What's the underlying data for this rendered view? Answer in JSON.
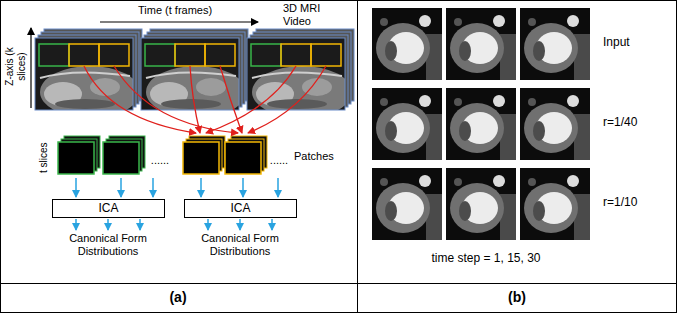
{
  "diagram": {
    "nodes": [
      {
        "text": [
          "ICA"
        ]
      },
      {
        "text": [
          "ICA"
        ]
      }
    ],
    "labels": [
      "Z-axis (k slices)",
      "Time (t frames)",
      "3D MRI Video",
      "t slices",
      "......",
      "......",
      "Patches",
      "Canonical Form Distributions",
      "Canonical Form Distributions",
      "(a)",
      "Input",
      "r=1/40",
      "r=1/10",
      "time step = 1, 15, 30",
      "(b)"
    ]
  }
}
